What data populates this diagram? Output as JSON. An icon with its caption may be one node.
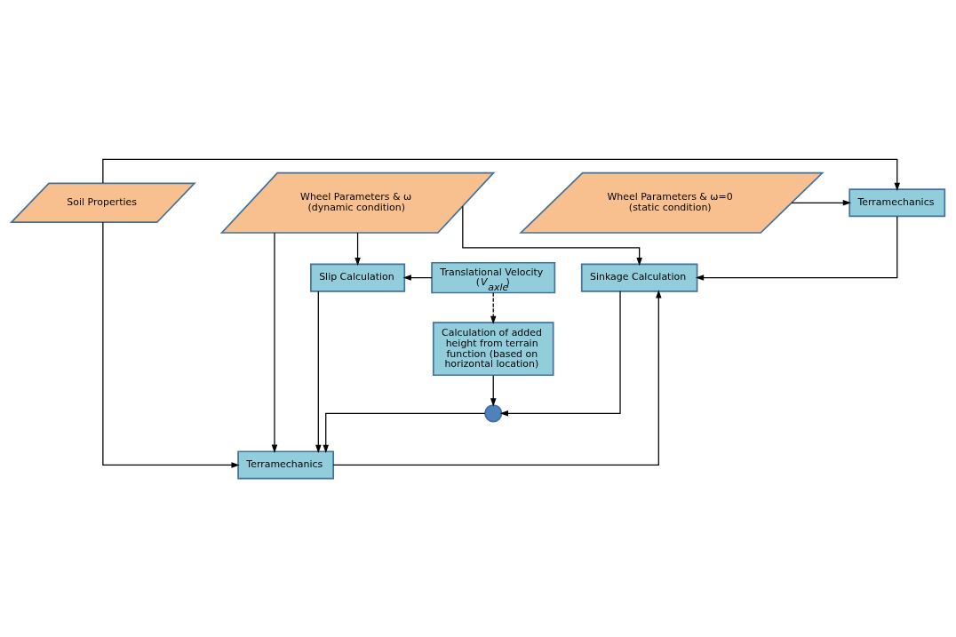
{
  "diagram": {
    "nodes": [
      {
        "text": [
          "Soil Properties"
        ]
      },
      {
        "text": [
          "Wheel Parameters & ω=0 (static condition)"
        ]
      },
      {
        "text": [
          "Terramechanics"
        ]
      },
      {
        "text": [
          "Wheel Parameters & ω (dynamic condition)"
        ]
      },
      {
        "text": [
          "Sinkage Calculation"
        ]
      },
      {
        "text": [
          "Slip Calculation"
        ]
      },
      {
        "text": [
          "Translational Velocity (*V*$_{axle}$)"
        ]
      },
      {
        "text": [
          "Calculation of added height from terrain function (based on horizontal location)"
        ]
      },
      {
        "text": [],
        "shape": "circle"
      },
      {
        "text": [
          "Terramechanics"
        ]
      }
    ],
    "edges": [
      {
        "from": 0,
        "to": 2,
        "arrow": "to"
      },
      {
        "from": 0,
        "to": 9,
        "arrow": "to"
      },
      {
        "from": 1,
        "to": 2,
        "arrow": "to"
      },
      {
        "from": 2,
        "to": 4,
        "arrow": "to"
      },
      {
        "from": 3,
        "to": 4,
        "arrow": "to"
      },
      {
        "from": 3,
        "to": 5,
        "arrow": "to"
      },
      {
        "from": 3,
        "to": 9,
        "arrow": "to"
      },
      {
        "from": 6,
        "to": 5,
        "arrow": "to"
      },
      {
        "from": 6,
        "to": 7,
        "arrow": "to",
        "style": "dashed"
      },
      {
        "from": 4,
        "to": 8,
        "arrow": "to"
      },
      {
        "from": 7,
        "to": 8,
        "arrow": "to"
      },
      {
        "from": 8,
        "to": 9,
        "arrow": "to"
      },
      {
        "from": 5,
        "to": 9,
        "arrow": "to"
      },
      {
        "from": 9,
        "to": 4,
        "arrow": "to"
      }
    ]
  }
}
